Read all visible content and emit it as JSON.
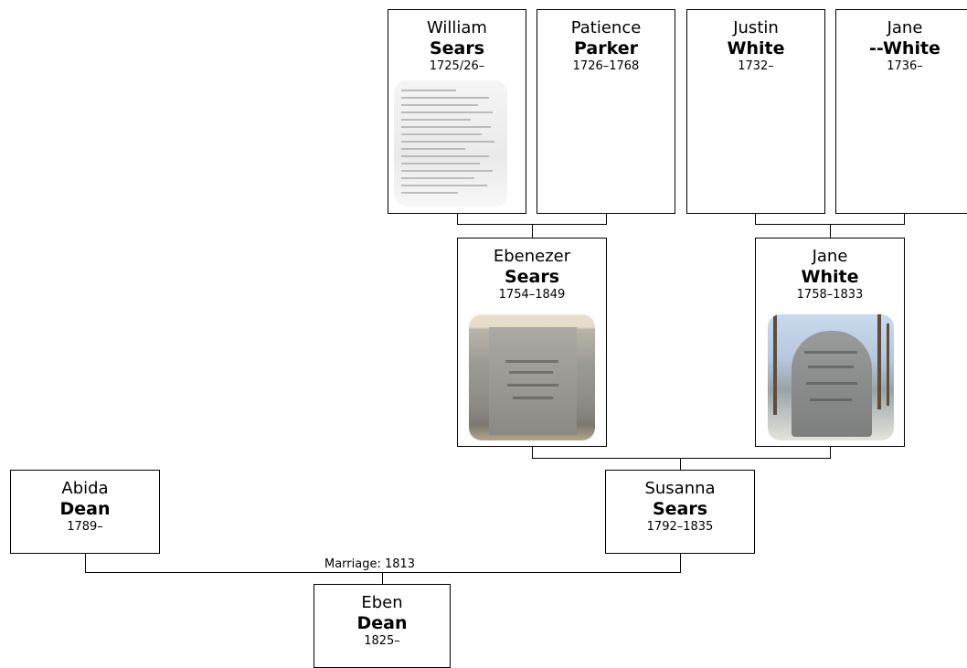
{
  "people": {
    "william_sears": {
      "given": "William",
      "surname": "Sears",
      "dates": "1725/26–"
    },
    "patience_parker": {
      "given": "Patience",
      "surname": "Parker",
      "dates": "1726–1768"
    },
    "justin_white": {
      "given": "Justin",
      "surname": "White",
      "dates": "1732–"
    },
    "jane_white_sr": {
      "given": "Jane",
      "surname": "--White",
      "dates": "1736–"
    },
    "ebenezer_sears": {
      "given": "Ebenezer",
      "surname": "Sears",
      "dates": "1754–1849"
    },
    "jane_white": {
      "given": "Jane",
      "surname": "White",
      "dates": "1758–1833"
    },
    "abida_dean": {
      "given": "Abida",
      "surname": "Dean",
      "dates": "1789–"
    },
    "susanna_sears": {
      "given": "Susanna",
      "surname": "Sears",
      "dates": "1792–1835"
    },
    "eben_dean": {
      "given": "Eben",
      "surname": "Dean",
      "dates": "1825–"
    }
  },
  "marriage_label": "Marriage: 1813"
}
